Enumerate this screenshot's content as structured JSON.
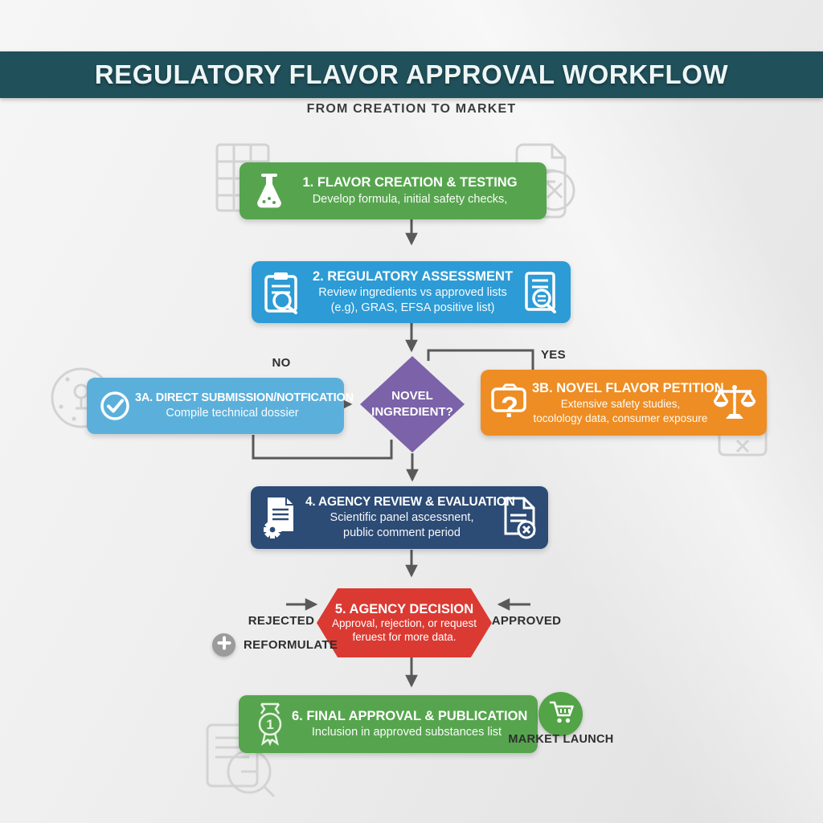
{
  "header": {
    "title": "REGULATORY FLAVOR APPROVAL WORKFLOW",
    "subtitle": "FROM CREATION TO MARKET"
  },
  "colors": {
    "header_bar": "#20505A",
    "step1_green": "#56A54E",
    "step2_blue": "#2D9BD5",
    "step3a_light_blue": "#5BB0DB",
    "decision_purple": "#7B62A9",
    "step3b_orange": "#EE8D23",
    "step4_navy": "#2C4B75",
    "step5_red": "#DB3A32",
    "step6_green": "#56A54E",
    "launch_green": "#52A447",
    "reformulate_gray": "#9B9B9B",
    "connector_gray": "#58595B",
    "background": "#ECECEC"
  },
  "nodes": {
    "step1": {
      "icon": "flask-icon",
      "title": "1. FLAVOR CREATION & TESTING",
      "line1": "Develop formula, initial safety checks,"
    },
    "step2": {
      "icon_left": "clipboard-magnifier-icon",
      "icon_right": "document-magnifier-icon",
      "title": "2. REGULATORY ASSESSMENT",
      "line1": "Review ingredients vs approved lists",
      "line2": "(e.g), GRAS, EFSA positive list)"
    },
    "decision": {
      "line1": "NOVEL",
      "line2": "INGREDIENT?"
    },
    "step3a": {
      "icon": "check-circle-icon",
      "title": "3A. DIRECT SUBMISSION/NOTFICATION",
      "line1": "Compile technical dossier"
    },
    "step3b": {
      "icon_left": "question-folder-icon",
      "icon_right": "scales-icon",
      "title": "3B. NOVEL FLAVOR PETITION",
      "line1": "Extensive safety studies,",
      "line2": "tocolology data, consumer exposure"
    },
    "step4": {
      "icon_left": "documents-gear-icon",
      "icon_right": "document-x-icon",
      "title": "4. AGENCY REVIEW & EVALUATION",
      "line1": "Scientific panel ascessnent,",
      "line2": "public comment period"
    },
    "step5": {
      "title": "5. AGENCY DECISION",
      "line1": "Approval, rejection, or request",
      "line2": "feruest for more data."
    },
    "step6": {
      "icon": "award-ribbon-icon",
      "title": "6. FINAL APPROVAL & PUBLICATION",
      "line1": "Inclusion in approved substances list"
    },
    "market_launch": {
      "icon": "cart-icon"
    },
    "reformulate": {
      "icon": "plus-icon"
    }
  },
  "labels": {
    "no": "NO",
    "yes": "YES",
    "rejected": "REJECTED",
    "approved": "APPROVED",
    "reformulate": "REFORMULATE",
    "market_launch": "MARKET LAUNCH"
  }
}
